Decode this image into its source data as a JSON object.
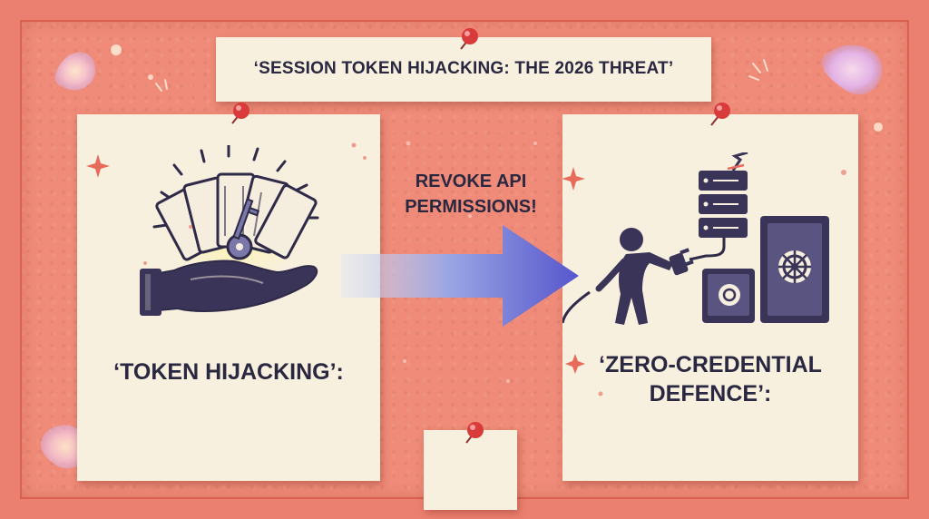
{
  "title": "‘SESSION TOKEN HIJACKING: THE 2026 THREAT’",
  "left_panel": {
    "label": "‘TOKEN HIJACKING’:"
  },
  "arrow": {
    "label_line1": "REVOKE API",
    "label_line2": "PERMISSIONS!"
  },
  "right_panel": {
    "label_line1": "‘ZERO-CREDENTIAL",
    "label_line2": "DEFENCE’:"
  },
  "icons": [
    "hand-holding-cards-icon",
    "key-icon",
    "person-unplugging-icon",
    "server-icon",
    "plug-icon",
    "safe-icon",
    "vault-icon",
    "pushpin-icon",
    "sparkle-icon"
  ],
  "colors": {
    "board": "#ef8b78",
    "frame": "#ec8070",
    "paper": "#f8f0df",
    "ink": "#3a3458",
    "pin": "#d93a3a",
    "arrow_start": "#c8d4f0",
    "arrow_end": "#5a5ad0"
  }
}
